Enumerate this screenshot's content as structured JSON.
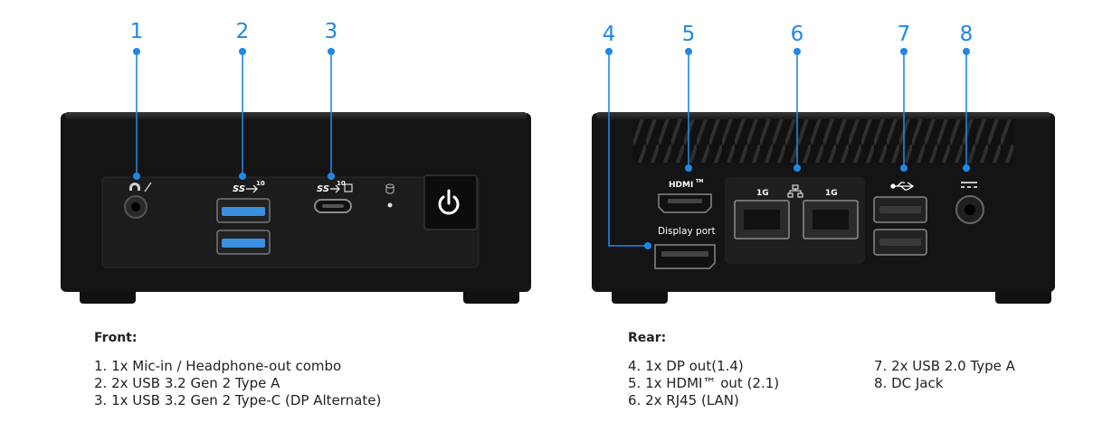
{
  "callouts": [
    "1",
    "2",
    "3",
    "4",
    "5",
    "6",
    "7",
    "8"
  ],
  "port_labels": {
    "ss10_a": "SS",
    "ss10_c": "SS",
    "gen_sup": "10",
    "hdmi": "HDMI",
    "tm": "TM",
    "display_port": "Display port",
    "lan_1g_left": "1G",
    "lan_1g_right": "1G"
  },
  "front": {
    "heading": "Front:",
    "items": [
      "1. 1x Mic-in / Headphone-out combo",
      "2. 2x USB 3.2 Gen 2 Type A",
      "3. 1x USB 3.2 Gen 2 Type-C (DP Alternate)"
    ]
  },
  "rear": {
    "heading": "Rear:",
    "items_left": [
      "4. 1x DP out(1.4)",
      "5. 1x HDMI™ out (2.1)",
      "6. 2x RJ45 (LAN)"
    ],
    "items_right": [
      "7. 2x USB 2.0 Type A",
      "8. DC Jack"
    ]
  },
  "colors": {
    "accent": "#1e88e5",
    "usb3_blue": "#3a8fe0",
    "chassis": "#141414",
    "panel": "#1c1c1c"
  },
  "icons": [
    "headphone-mic-icon",
    "usb-superspeed-icon",
    "storage-led-icon",
    "power-icon",
    "hdmi-logo-icon",
    "network-icon",
    "usb-icon",
    "dc-power-icon"
  ]
}
